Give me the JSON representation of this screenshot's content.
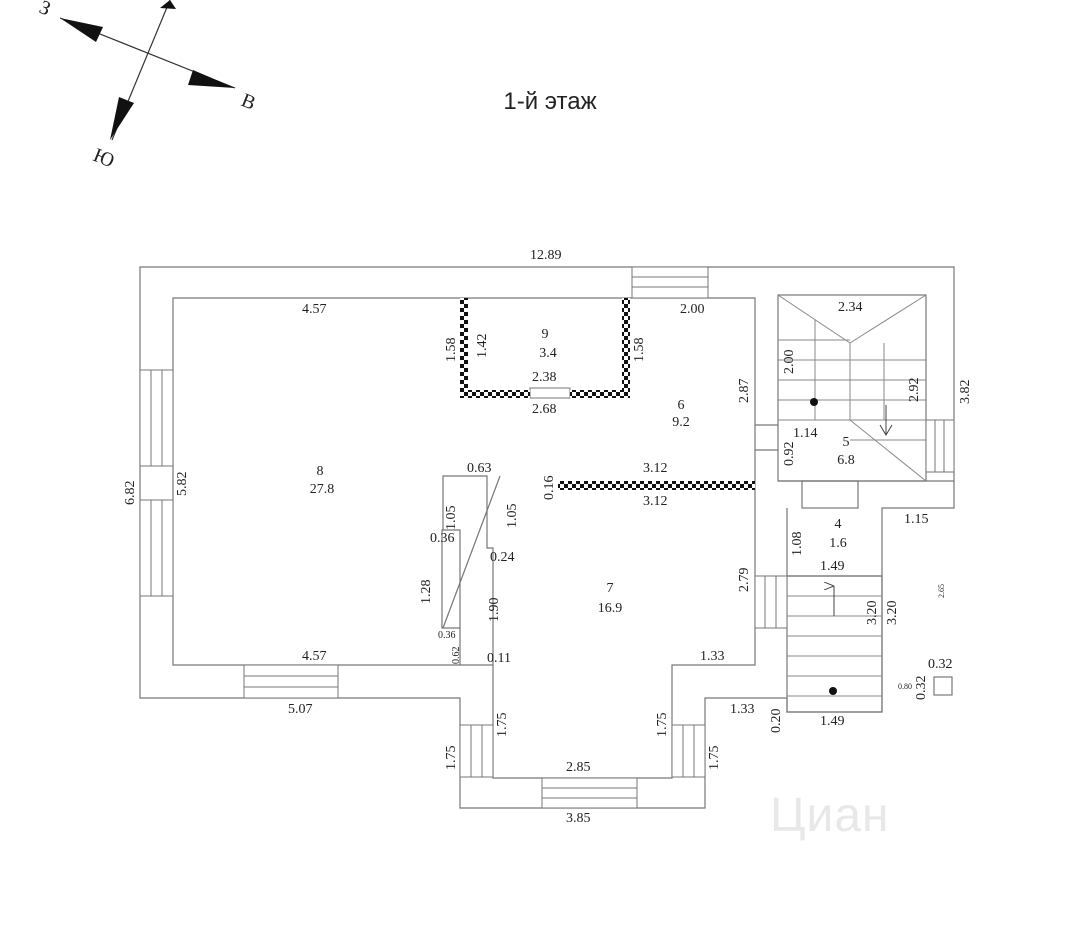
{
  "title": "1-й этаж",
  "compass": {
    "west": "З",
    "east": "В",
    "south": "Ю"
  },
  "watermark": "Циан",
  "rooms": [
    {
      "number": "9",
      "area": "3.4"
    },
    {
      "number": "6",
      "area": "9.2"
    },
    {
      "number": "8",
      "area": "27.8"
    },
    {
      "number": "5",
      "area": "6.8"
    },
    {
      "number": "4",
      "area": "1.6"
    },
    {
      "number": "7",
      "area": "16.9"
    }
  ],
  "dimensions": {
    "d12_89": "12.89",
    "d4_57_top": "4.57",
    "d2_00_top": "2.00",
    "d2_34": "2.34",
    "d1_58_l": "1.58",
    "d1_42": "1.42",
    "d1_58_r": "1.58",
    "d2_38": "2.38",
    "d2_68": "2.68",
    "d2_00_st": "2.00",
    "d2_87": "2.87",
    "d2_92": "2.92",
    "d3_82": "3.82",
    "d1_14": "1.14",
    "d0_92": "0.92",
    "d6_82": "6.82",
    "d5_82": "5.82",
    "d0_63": "0.63",
    "d0_16": "0.16",
    "d3_12_a": "3.12",
    "d3_12_b": "3.12",
    "d1_05_a": "1.05",
    "d1_05_b": "1.05",
    "d0_36_a": "0.36",
    "d0_24": "0.24",
    "d1_08": "1.08",
    "d1_15": "1.15",
    "d1_49_a": "1.49",
    "d1_28": "1.28",
    "d1_90": "1.90",
    "d2_79": "2.79",
    "d3_20_a": "3.20",
    "d3_20_b": "3.20",
    "d2_65": "2.65",
    "d0_36_b": "0.36",
    "d0_62": "0.62",
    "d4_57_bot": "4.57",
    "d0_11": "0.11",
    "d1_33_a": "1.33",
    "d0_32_a": "0.32",
    "d0_80": "0.80",
    "d0_32_b": "0.32",
    "d5_07": "5.07",
    "d1_33_b": "1.33",
    "d1_75_a": "1.75",
    "d1_75_b": "1.75",
    "d0_20": "0.20",
    "d1_49_b": "1.49",
    "d1_75_c": "1.75",
    "d2_85": "2.85",
    "d1_75_d": "1.75",
    "d3_85": "3.85"
  }
}
